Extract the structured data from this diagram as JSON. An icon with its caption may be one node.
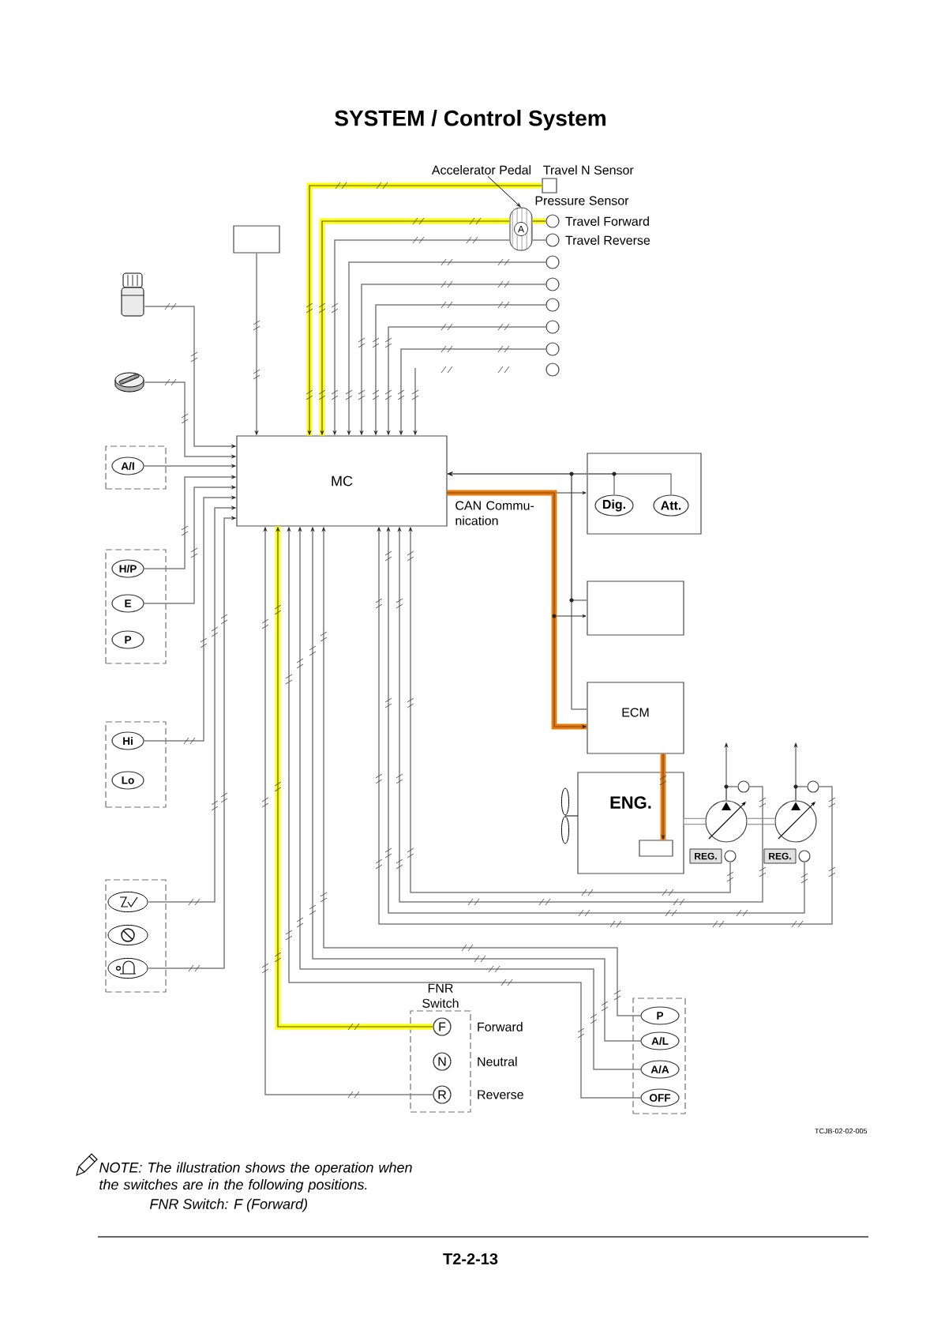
{
  "diagram": {
    "title": "SYSTEM / Control System",
    "nodes": [
      {
        "text": [
          "MC"
        ]
      },
      {
        "text": [],
        "shape": "box"
      },
      {
        "text": [
          "Travel N Sensor"
        ]
      },
      {
        "text": [
          "Accelerator Pedal"
        ]
      },
      {
        "text": [
          "A"
        ]
      },
      {
        "text": [],
        "shape": "circle",
        "beside": [
          "Travel Forward"
        ]
      },
      {
        "text": [],
        "shape": "circle",
        "beside": [
          "Travel Reverse"
        ]
      },
      {
        "text": [],
        "shape": "circle"
      },
      {
        "text": [],
        "shape": "circle"
      },
      {
        "text": [],
        "shape": "circle"
      },
      {
        "text": [],
        "shape": "circle"
      },
      {
        "text": [],
        "shape": "circle"
      },
      {
        "text": [],
        "shape": "circle"
      },
      {
        "text": [],
        "shape": "picture"
      },
      {
        "text": [],
        "shape": "picture"
      },
      {
        "text": [],
        "shape": "box"
      },
      {
        "text": [
          "A/I"
        ],
        "in": 15
      },
      {
        "text": [],
        "shape": "box"
      },
      {
        "text": [
          "H/P"
        ],
        "in": 17
      },
      {
        "text": [
          "E"
        ],
        "in": 17
      },
      {
        "text": [
          "P"
        ],
        "in": 17
      },
      {
        "text": [],
        "shape": "box"
      },
      {
        "text": [
          "Hi"
        ],
        "in": 21
      },
      {
        "text": [
          "Lo"
        ],
        "in": 21
      },
      {
        "text": [],
        "shape": "box"
      },
      {
        "text": [],
        "shape": "picture",
        "in": 24
      },
      {
        "text": [],
        "shape": "picture",
        "in": 24
      },
      {
        "text": [],
        "shape": "picture",
        "in": 24
      },
      {
        "text": [],
        "shape": "box"
      },
      {
        "text": [
          "Dig."
        ],
        "in": 28
      },
      {
        "text": [
          "Att."
        ],
        "in": 28
      },
      {
        "text": [],
        "shape": "box"
      },
      {
        "text": [
          "ECM"
        ]
      },
      {
        "text": [
          "ENG."
        ]
      },
      {
        "text": [],
        "shape": "box",
        "in": 33
      },
      {
        "text": [],
        "shape": "circle"
      },
      {
        "text": [
          "REG."
        ]
      },
      {
        "text": [],
        "shape": "circle"
      },
      {
        "text": [],
        "shape": "circle"
      },
      {
        "text": [],
        "shape": "circle"
      },
      {
        "text": [
          "REG."
        ]
      },
      {
        "text": [],
        "shape": "circle"
      },
      {
        "text": [],
        "shape": "circle"
      },
      {
        "text": [
          "FNR Switch"
        ]
      },
      {
        "text": [
          "F"
        ],
        "in": 43,
        "beside": [
          "Forward"
        ]
      },
      {
        "text": [
          "N"
        ],
        "in": 43,
        "beside": [
          "Neutral"
        ]
      },
      {
        "text": [
          "R"
        ],
        "in": 43,
        "beside": [
          "Reverse"
        ]
      },
      {
        "text": [],
        "shape": "box"
      },
      {
        "text": [
          "P"
        ],
        "in": 47
      },
      {
        "text": [
          "A/L"
        ],
        "in": 47
      },
      {
        "text": [
          "A/A"
        ],
        "in": 47
      },
      {
        "text": [
          "OFF"
        ],
        "in": 47
      }
    ],
    "edges": [
      {
        "from": 1,
        "to": 0,
        "arrow": "to"
      },
      {
        "from": 2,
        "to": 0,
        "arrow": "to",
        "style": "thick",
        "color": "#ffff00"
      },
      {
        "from": 3,
        "to": 4,
        "arrow": "to",
        "color": "#000000"
      },
      {
        "from": 5,
        "to": 4,
        "arrow": "none",
        "style": "thick",
        "color": "#ffff00"
      },
      {
        "from": 4,
        "to": 0,
        "arrow": "to",
        "style": "thick",
        "color": "#ffff00"
      },
      {
        "from": 6,
        "to": 4,
        "arrow": "none"
      },
      {
        "from": 4,
        "to": 0,
        "arrow": "to"
      },
      {
        "from": 7,
        "to": 0,
        "arrow": "to"
      },
      {
        "from": 8,
        "to": 0,
        "arrow": "to"
      },
      {
        "from": 9,
        "to": 0,
        "arrow": "to"
      },
      {
        "from": 10,
        "to": 0,
        "arrow": "to"
      },
      {
        "from": 11,
        "to": 0,
        "arrow": "to"
      },
      {
        "from": null,
        "to": 0,
        "arrow": "to"
      },
      {
        "from": 13,
        "to": 0,
        "arrow": "to"
      },
      {
        "from": 14,
        "to": 0,
        "arrow": "to"
      },
      {
        "from": 16,
        "to": 0,
        "arrow": "to"
      },
      {
        "from": 18,
        "to": 0,
        "arrow": "to"
      },
      {
        "from": 19,
        "to": 0,
        "arrow": "to"
      },
      {
        "from": 22,
        "to": 0,
        "arrow": "to"
      },
      {
        "from": 25,
        "to": 0,
        "arrow": "to"
      },
      {
        "from": 27,
        "to": 0,
        "arrow": "to"
      },
      {
        "from": 29,
        "to": 0,
        "arrow": "to"
      },
      {
        "from": 30,
        "to": 0,
        "arrow": "to"
      },
      {
        "from": 31,
        "to": 0,
        "arrow": "to"
      },
      {
        "from": 32,
        "to": 0,
        "arrow": "to"
      },
      {
        "from": 0,
        "to": 28,
        "arrow": "to",
        "color": "#333333"
      },
      {
        "from": 0,
        "to": 31,
        "arrow": "to",
        "color": "#333333"
      },
      {
        "from": 0,
        "to": 32,
        "arrow": "to",
        "label": "CAN Commu- nication",
        "style": "thick",
        "color": "#f07800"
      },
      {
        "from": 32,
        "to": 34,
        "arrow": "to",
        "style": "thick",
        "color": "#f07800"
      },
      {
        "from": 33,
        "to": 35,
        "arrow": "none",
        "style": "thick"
      },
      {
        "from": 35,
        "to": 39,
        "arrow": "none",
        "style": "thick"
      },
      {
        "from": 35,
        "to": null,
        "arrow": "to"
      },
      {
        "from": 39,
        "to": null,
        "arrow": "to"
      },
      {
        "from": 38,
        "to": 35,
        "arrow": "none"
      },
      {
        "from": 42,
        "to": 39,
        "arrow": "none"
      },
      {
        "from": 37,
        "to": 0,
        "arrow": "to"
      },
      {
        "from": 38,
        "to": 0,
        "arrow": "to"
      },
      {
        "from": 41,
        "to": 0,
        "arrow": "to"
      },
      {
        "from": 42,
        "to": 0,
        "arrow": "to"
      },
      {
        "from": 44,
        "to": 0,
        "arrow": "to",
        "style": "thick",
        "color": "#ffff00"
      },
      {
        "from": 46,
        "to": 0,
        "arrow": "to"
      },
      {
        "from": 48,
        "to": 0,
        "arrow": "to"
      },
      {
        "from": 49,
        "to": 0,
        "arrow": "to"
      },
      {
        "from": 50,
        "to": 0,
        "arrow": "to"
      },
      {
        "from": 51,
        "to": 0,
        "arrow": "to"
      }
    ],
    "labels": [
      "Pressure Sensor",
      "TCJB-02-02-005",
      "NOTE: The illustration shows the operation when the switches are in the following positions.",
      "FNR Switch: F (Forward)",
      "T2-2-13"
    ]
  }
}
